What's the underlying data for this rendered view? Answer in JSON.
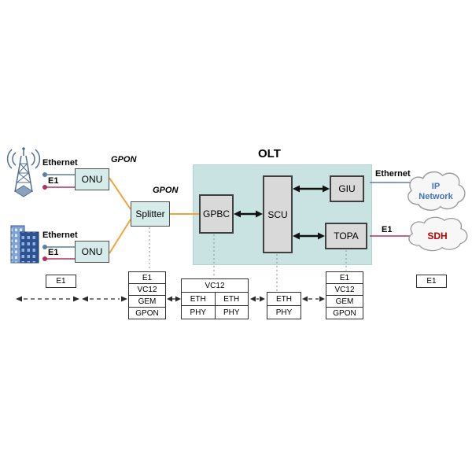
{
  "title": {
    "olt": "OLT"
  },
  "left_side": {
    "site_top": {
      "ethernet_label": "Ethernet",
      "e1_label": "E1",
      "onu_label": "ONU"
    },
    "site_bottom": {
      "ethernet_label": "Ethernet",
      "e1_label": "E1",
      "onu_label": "ONU"
    },
    "gpon_label_top": "GPON",
    "gpon_label_mid": "GPON",
    "splitter_label": "Splitter"
  },
  "olt_modules": {
    "gpbc": "GPBC",
    "scu": "SCU",
    "giu": "GIU",
    "topa": "TOPA"
  },
  "right_side": {
    "ethernet_label": "Ethernet",
    "e1_label": "E1",
    "ip_cloud_line1": "IP",
    "ip_cloud_line2": "Network",
    "sdh_cloud_label": "SDH"
  },
  "protocol_stacks": {
    "e1_box_left": "E1",
    "onu_stack": {
      "rows": [
        "E1",
        "VC12",
        "GEM",
        "GPON"
      ]
    },
    "gpbc_stack": {
      "top": "VC12",
      "mid_left": "ETH",
      "mid_right": "ETH",
      "bot_left": "PHY",
      "bot_right": "PHY"
    },
    "scu_stack": {
      "rows": [
        "ETH",
        "PHY"
      ]
    },
    "topa_stack": {
      "rows": [
        "E1",
        "VC12",
        "GEM",
        "GPON"
      ]
    },
    "e1_box_right": "E1"
  },
  "colors": {
    "teal_node_fill": "#d5ecea",
    "olt_fill": "#c8e3e2",
    "module_fill": "#d9d9d9",
    "gpon_line": "#f2a438",
    "ethernet_line": "#5b7fa6",
    "e1_line": "#b03060",
    "ip_text": "#4472c4",
    "sdh_text": "#c00000"
  }
}
